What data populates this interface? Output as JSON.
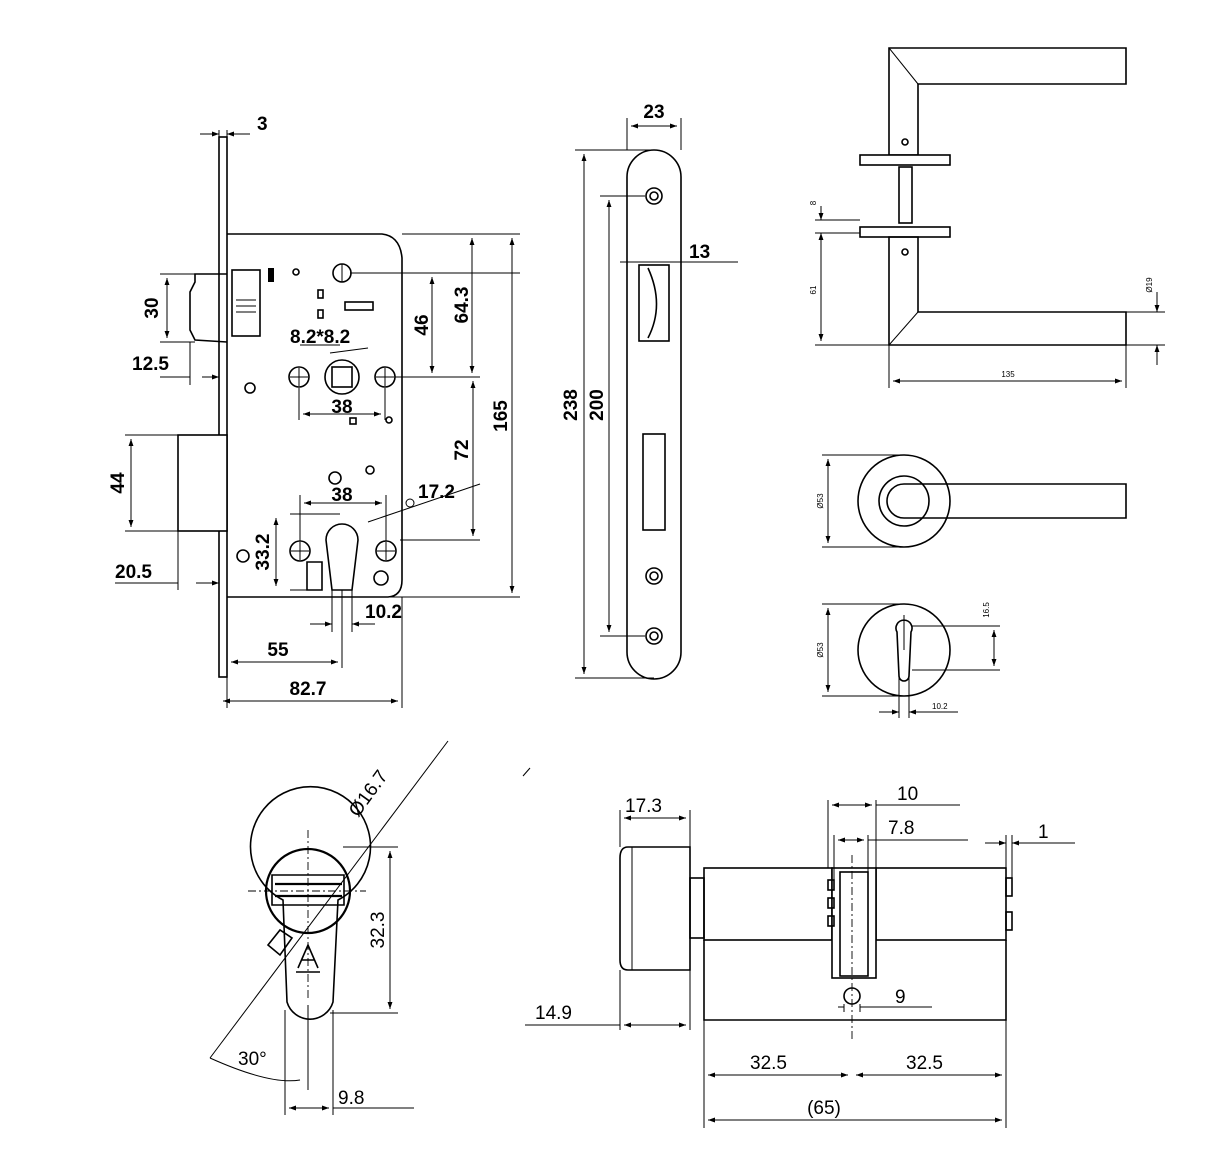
{
  "lock_body": {
    "faceplate_thickness": "3",
    "latch_height": "30",
    "latch_projection": "12.5",
    "handle_square": "8.2*8.2",
    "top_screw_to_spindle": "64.3",
    "screw_to_spindle": "46",
    "spindle_screw_spacing": "38",
    "body_height": "165",
    "deadbolt_height": "44",
    "backset_center_distance": "72",
    "cylinder_screw_spacing": "38",
    "cylinder_screw_diameter": "17.2",
    "cylinder_height": "33.2",
    "deadbolt_projection": "20.5",
    "cylinder_width": "10.2",
    "backset": "55",
    "body_width": "82.7"
  },
  "faceplate": {
    "width": "23",
    "forend_width": "13",
    "length": "238",
    "screw_distance": "200"
  },
  "lever": {
    "rose_gap": "8",
    "lever_height": "61",
    "lever_thickness": "Ø19",
    "lever_length": "135"
  },
  "roses": {
    "lever_rose_diameter": "Ø53",
    "escutcheon_diameter": "Ø53",
    "escutcheon_keyhole_height": "16.5",
    "escutcheon_keyhole_width": "10.2"
  },
  "cylinder_front": {
    "diameter": "Ø16.7",
    "height": "32.3",
    "angle": "30°",
    "width": "9.8"
  },
  "cylinder_side": {
    "knob_width": "17.3",
    "cam_width": "10",
    "cam_inner": "7.8",
    "end_gap": "1",
    "knob_offset": "14.9",
    "cam_hole": "9",
    "left_length": "32.5",
    "right_length": "32.5",
    "total_length": "(65)"
  }
}
